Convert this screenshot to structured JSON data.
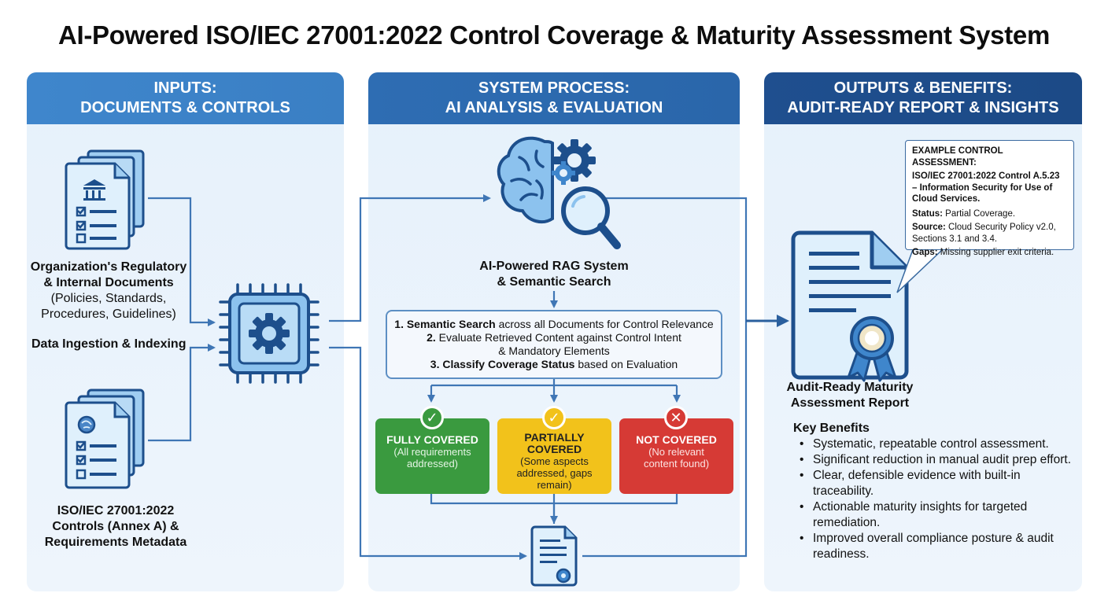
{
  "title": "AI-Powered ISO/IEC 27001:2022 Control Coverage & Maturity Assessment System",
  "inputs": {
    "header_line1": "INPUTS:",
    "header_line2": "DOCUMENTS & CONTROLS",
    "org_docs_line1": "Organization's Regulatory",
    "org_docs_line2": "& Internal Documents",
    "org_docs_line3": "(Policies, Standards,",
    "org_docs_line4": "Procedures, Guidelines)",
    "ingestion_label": "Data Ingestion & Indexing",
    "iso_line1": "ISO/IEC 27001:2022",
    "iso_line2": "Controls (Annex A) &",
    "iso_line3": "Requirements Metadata"
  },
  "process": {
    "header_line1": "SYSTEM PROCESS:",
    "header_line2": "AI ANALYSIS & EVALUATION",
    "rag_line1": "AI-Powered RAG System",
    "rag_line2": "& Semantic Search",
    "step1_bold": "1. Semantic Search",
    "step1_rest": " across all Documents for Control Relevance",
    "step2_line1_bold": "2.",
    "step2_line1_rest": " Evaluate Retrieved Content against Control Intent",
    "step2_line2": "& Mandatory Elements",
    "step3_bold": "3. Classify Coverage Status",
    "step3_rest": " based on Evaluation",
    "status_full_icon": "check-icon",
    "status_full_title": "FULLY COVERED",
    "status_full_desc_line1": "(All requirements",
    "status_full_desc_line2": "addressed)",
    "status_partial_icon": "check-icon",
    "status_partial_title_line1": "PARTIALLY",
    "status_partial_title_line2": "COVERED",
    "status_partial_desc_line1": "(Some aspects",
    "status_partial_desc_line2": "addressed, gaps",
    "status_partial_desc_line3": "remain)",
    "status_not_icon": "x-icon",
    "status_not_title": "NOT COVERED",
    "status_not_desc_line1": "(No relevant",
    "status_not_desc_line2": "content found)"
  },
  "outputs": {
    "header_line1": "OUTPUTS & BENEFITS:",
    "header_line2": "AUDIT-READY REPORT & INSIGHTS",
    "callout_title": "EXAMPLE CONTROL ASSESSMENT:",
    "callout_control": "ISO/IEC 27001:2022 Control A.5.23 – Information Security for Use of Cloud Services.",
    "callout_status_label": "Status:",
    "callout_status_value": " Partial Coverage.",
    "callout_source_label": "Source:",
    "callout_source_value": " Cloud Security Policy v2.0, Sections 3.1 and 3.4.",
    "callout_gaps_label": "Gaps:",
    "callout_gaps_value": " Missing supplier exit criteria.",
    "report_line1": "Audit-Ready Maturity",
    "report_line2": "Assessment Report",
    "benefits_title": "Key Benefits",
    "benefits": [
      "Systematic, repeatable control assessment.",
      "Significant reduction in manual audit prep effort.",
      "Clear, defensible evidence with built-in traceability.",
      "Actionable maturity insights for targeted remediation.",
      "Improved overall compliance posture & audit readiness."
    ]
  },
  "colors": {
    "connector": "#3f76b5",
    "icon_dark": "#1d4f8c",
    "icon_light": "#8cc2ee",
    "fully_covered": "#3a9a3f",
    "partially_covered": "#f2c21b",
    "not_covered": "#d63a35"
  }
}
